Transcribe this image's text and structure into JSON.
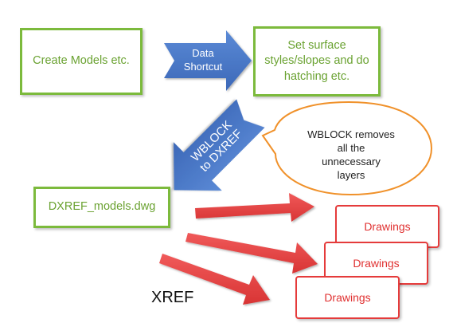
{
  "boxes": {
    "create_models": "Create Models etc.",
    "set_surface": "Set surface styles/slopes and do hatching etc.",
    "dxref_models": "DXREF_models.dwg"
  },
  "arrows": {
    "data_shortcut": "Data Shortcut",
    "wblock_to_dxref": "WBLOCK to DXREF"
  },
  "callout": {
    "text": "WBLOCK removes all the unnecessary layers"
  },
  "drawings": [
    "Drawings",
    "Drawings",
    "Drawings"
  ],
  "xref_label": "XREF",
  "colors": {
    "green_border": "#7cba3c",
    "green_text": "#6aa231",
    "blue_arrow": "#4a78c9",
    "red_arrow": "#e84545",
    "red_text": "#e03030",
    "callout_border": "#f0912a"
  }
}
